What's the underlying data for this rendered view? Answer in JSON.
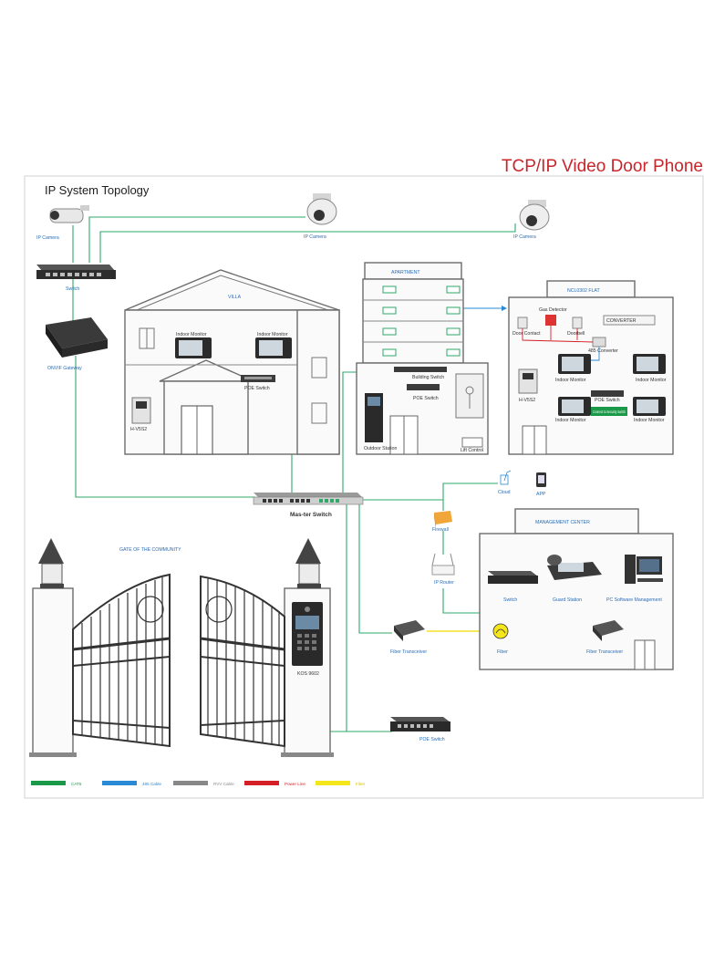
{
  "title": "TCP/IP Video Door Phone",
  "subtitle": "IP System Topology",
  "colors": {
    "cat5": "#1a9a48",
    "line485": "#2a8ad6",
    "rvv": "#888888",
    "power": "#d41f26",
    "fiber": "#f5e61c",
    "title": "#c8252a"
  },
  "labels": {
    "ip_camera_1": "IP Camera",
    "ip_camera_2": "IP Camera",
    "ip_camera_3": "IP Camera",
    "switch": "Switch",
    "onvif_gateway": "ONVIF Gateway",
    "villa": "VILLA",
    "villa_indoor_monitor_1": "Indoor Monitor",
    "villa_indoor_monitor_2": "Indoor Monitor",
    "villa_poe_switch": "POE Switch",
    "villa_outdoor": "H-V5S2",
    "apartment": "APARTMENT",
    "building_switch": "Building Switch",
    "apt_poe_switch": "POE Switch",
    "outdoor_station": "Outdoor Station",
    "lift_control": "Lift Control",
    "flat": "NCL0302 FLAT",
    "gas_detector": "Gas Detector",
    "door_contact": "Door Contact",
    "doorbell": "Doorbell",
    "converter_box": "CONVERTER",
    "r485_converter": "485 Converter",
    "flat_indoor_monitor_1": "Indoor Monitor",
    "flat_indoor_monitor_2": "Indoor Monitor",
    "flat_indoor_monitor_3": "Indoor Monitor",
    "flat_indoor_monitor_4": "Indoor Monitor",
    "flat_outdoor": "H-V5S2",
    "flat_poe_switch": "POE Switch",
    "security_switch": "Connect to Security Switch",
    "master_switch": "Mas-ter Switch",
    "cloud": "Cloud",
    "app": "APP",
    "firewall": "Firewall",
    "ip_router": "IP Router",
    "management_center": "MANAGEMENT CENTER",
    "mc_switch": "Switch",
    "guard_station": "Guard Station",
    "pc_software": "PC Software Management",
    "fiber_transceiver_1": "Fiber Transceiver",
    "fiber": "Fiber",
    "fiber_transceiver_2": "Fiber Transceiver",
    "gate": "GATE OF THE COMMUNITY",
    "gate_station": "KOS 9602",
    "poe_switch": "POE Switch"
  },
  "legend": [
    {
      "color": "#1a9a48",
      "label": "CAT5"
    },
    {
      "color": "#2a8ad6",
      "label": "485 Cable"
    },
    {
      "color": "#888888",
      "label": "RVV Cable"
    },
    {
      "color": "#d41f26",
      "label": "Power Line"
    },
    {
      "color": "#f5e61c",
      "label": "Fiber"
    }
  ]
}
